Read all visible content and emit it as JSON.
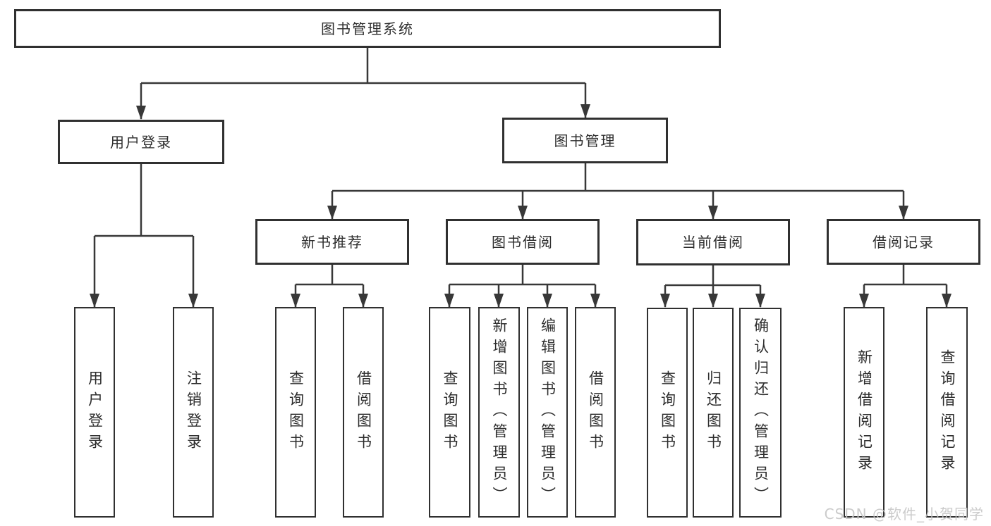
{
  "diagram": {
    "root": {
      "label": "图书管理系统"
    },
    "level2": [
      {
        "label": "用户登录",
        "children": [
          {
            "label": "用户登录"
          },
          {
            "label": "注销登录"
          }
        ]
      },
      {
        "label": "图书管理",
        "children": [
          {
            "label": "新书推荐",
            "children": [
              {
                "label": "查询图书"
              },
              {
                "label": "借阅图书"
              }
            ]
          },
          {
            "label": "图书借阅",
            "children": [
              {
                "label": "查询图书"
              },
              {
                "label": "新增图书（管理员）"
              },
              {
                "label": "编辑图书（管理员）"
              },
              {
                "label": "借阅图书"
              }
            ]
          },
          {
            "label": "当前借阅",
            "children": [
              {
                "label": "查询图书"
              },
              {
                "label": "归还图书"
              },
              {
                "label": "确认归还（管理员）"
              }
            ]
          },
          {
            "label": "借阅记录",
            "children": [
              {
                "label": "新增借阅记录"
              },
              {
                "label": "查询借阅记录"
              }
            ]
          }
        ]
      }
    ]
  },
  "watermark": {
    "text": "CSDN @软件_小贺同学"
  },
  "colors": {
    "line": "#383838",
    "box_border": "#303030",
    "text": "#2d2d2d",
    "background": "#ffffff",
    "watermark": "#c5c5c5"
  }
}
